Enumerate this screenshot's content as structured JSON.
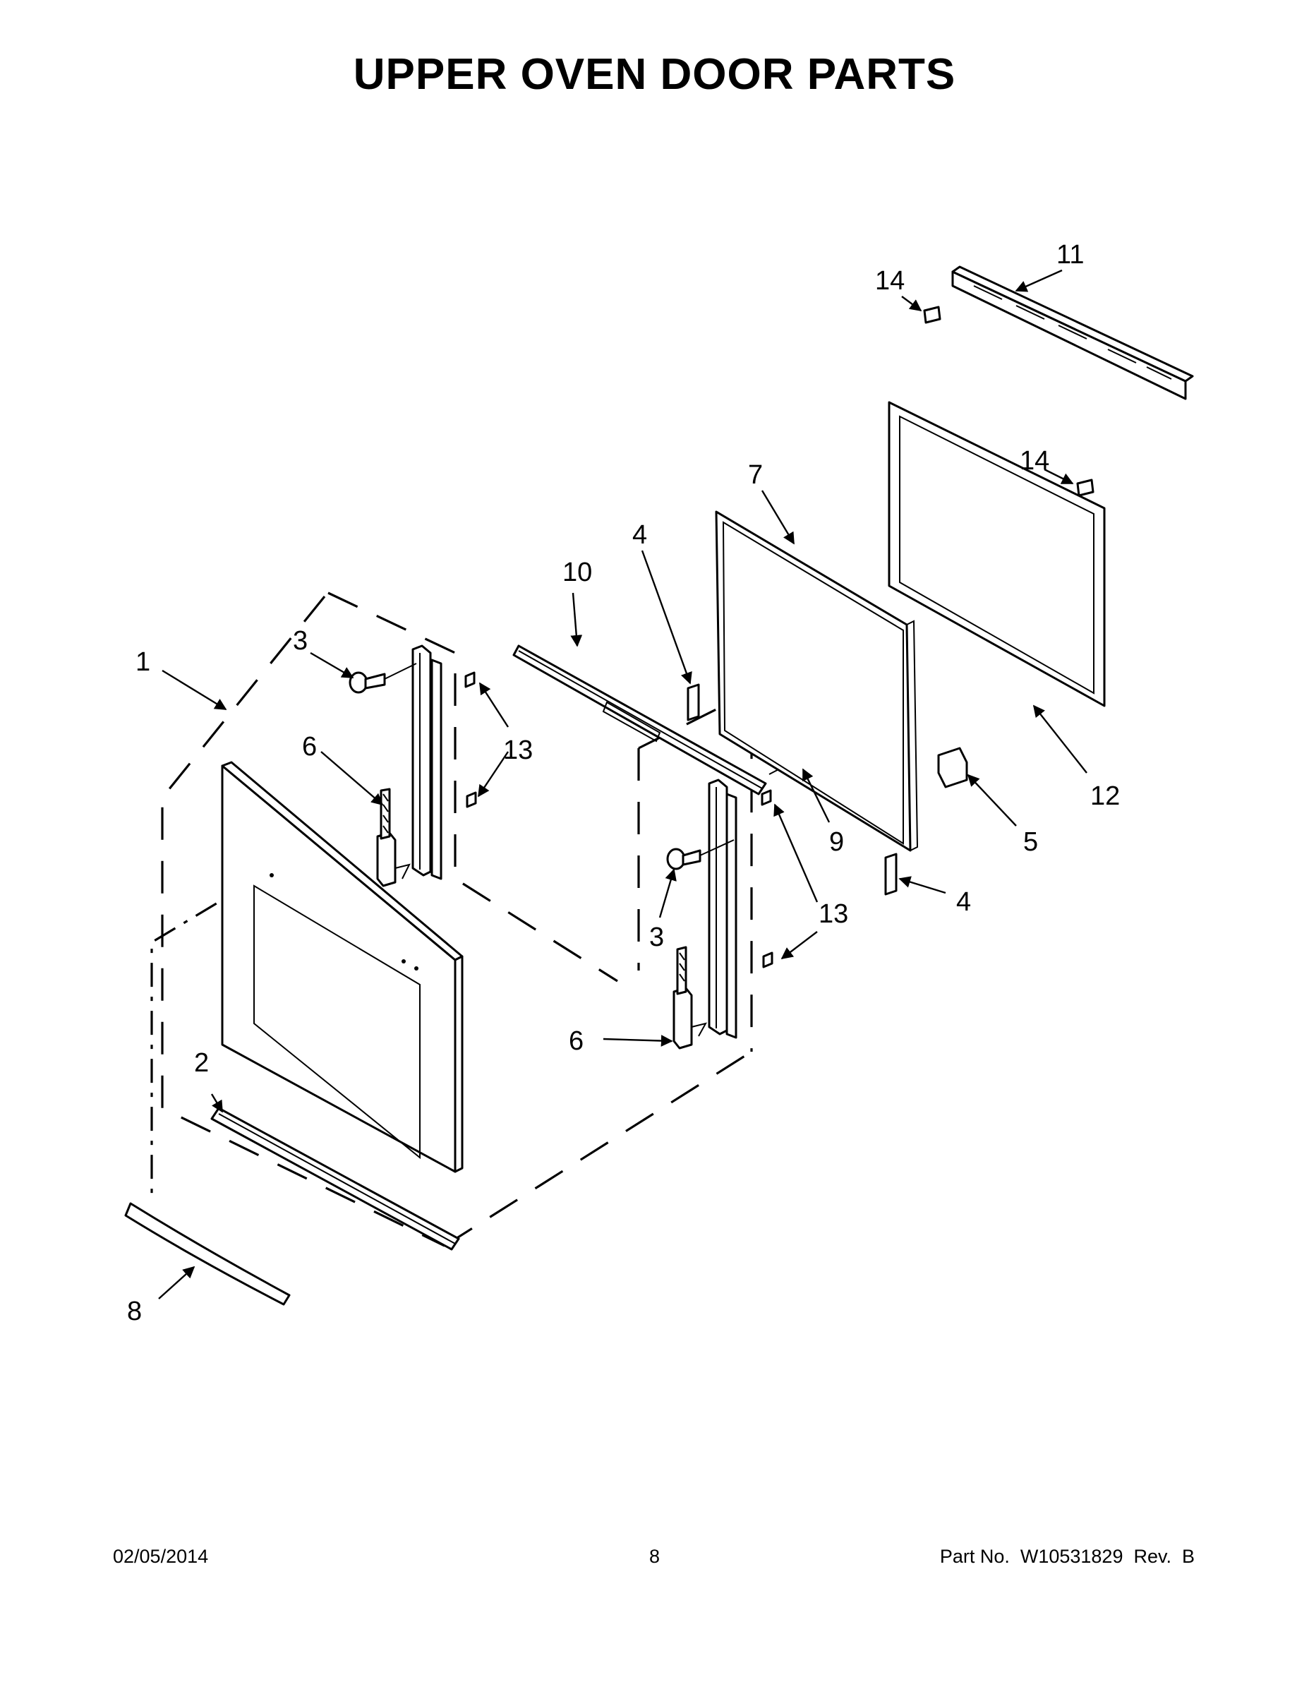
{
  "title": "UPPER OVEN DOOR PARTS",
  "callouts": {
    "c1": "1",
    "c2": "2",
    "c3a": "3",
    "c3b": "3",
    "c4a": "4",
    "c4b": "4",
    "c5": "5",
    "c6a": "6",
    "c6b": "6",
    "c7": "7",
    "c8": "8",
    "c9": "9",
    "c10": "10",
    "c11": "11",
    "c12": "12",
    "c13a": "13",
    "c13b": "13",
    "c14a": "14",
    "c14b": "14"
  },
  "footer": {
    "date": "02/05/2014",
    "page": "8",
    "part_no": "Part No.  W10531829  Rev.  B"
  }
}
